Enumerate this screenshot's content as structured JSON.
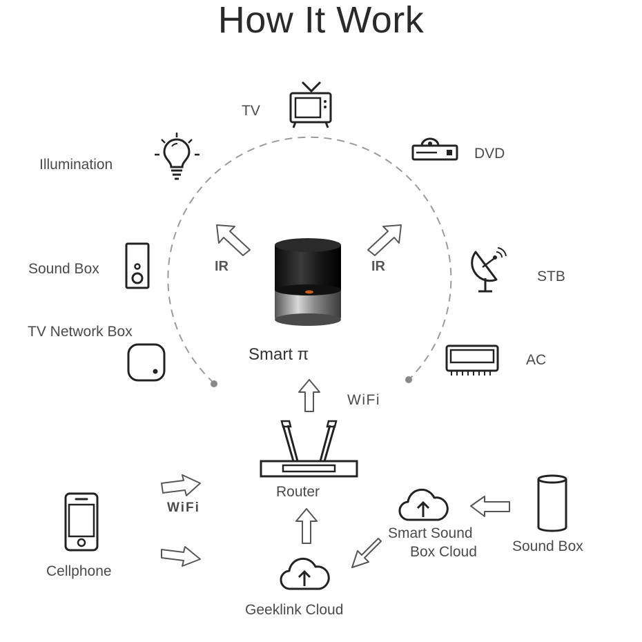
{
  "title": "How It Work",
  "hub": {
    "label": "Smart π"
  },
  "devices": {
    "tv": "TV",
    "dvd": "DVD",
    "illumination": "Illumination",
    "sound_box_left": "Sound Box",
    "stb": "STB",
    "tv_network_box": "TV Network Box",
    "ac": "AC"
  },
  "links": {
    "ir_left": "IR",
    "ir_right": "IR",
    "wifi_router": "WiFi",
    "wifi_phone": "WiFi"
  },
  "network": {
    "router": "Router",
    "cellphone": "Cellphone",
    "geeklink_cloud": "Geeklink Cloud",
    "smart_sound_box_cloud_line1": "Smart Sound",
    "smart_sound_box_cloud_line2": "Box Cloud",
    "sound_box_right": "Sound Box"
  },
  "colors": {
    "line": "#2b2b2b",
    "dashed_circle": "#9a9a9a",
    "text": "#4a4a4a"
  }
}
